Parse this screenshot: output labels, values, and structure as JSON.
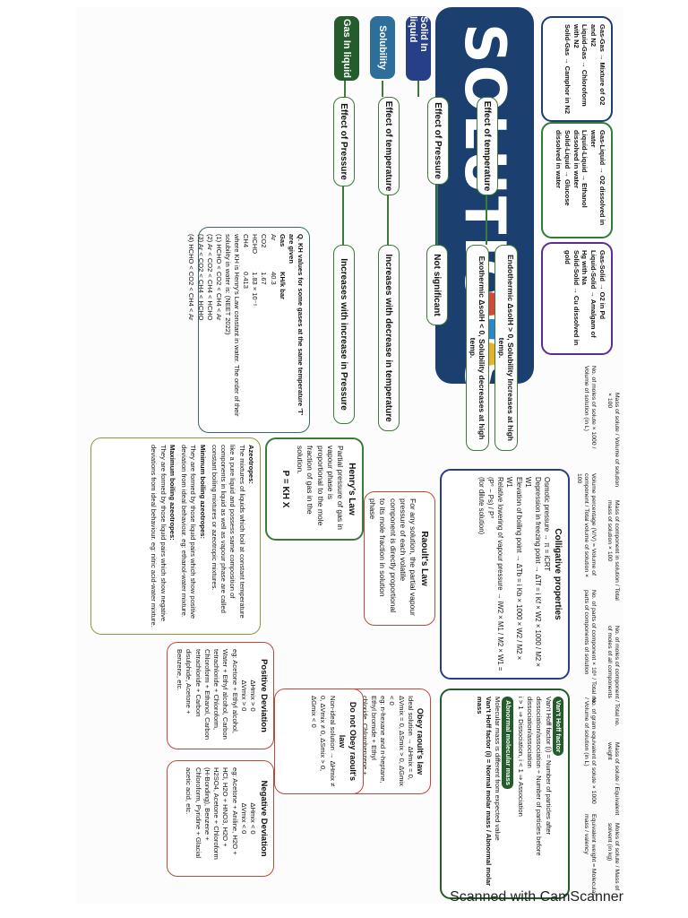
{
  "title": "SOLUTIONS",
  "footer": "Scanned with CamScanner",
  "types": [
    {
      "lines": [
        "Gas-Gas → Mixture of O2 and N2",
        "Liquid-Gas → Chloroform with N2",
        "Solid-Gas → Camphor in N2"
      ],
      "color": "#1b3f6e"
    },
    {
      "lines": [
        "Gas-Liquid → O2 dissolved in water",
        "Liquid-Liquid → Ethanol dissolved in water",
        "Solid-Liquid → Glucose dissolved in water"
      ],
      "color": "#2e7d32"
    },
    {
      "lines": [
        "Gas-Solid → O2 in Pd",
        "Liquid-Solid → Amalgam of Hg with Na",
        "Solid-Solid → Cu dissolved in gold"
      ],
      "color": "#5b2d8e"
    }
  ],
  "pills": {
    "solid_in_liquid": "Solid In liquid",
    "solubility": "Solubility",
    "gas_in_liquid": "Gas In liquid"
  },
  "nodes": {
    "effect_temperature_solid": "Effect of temperature",
    "effect_pressure_solid": "Effect of Pressure",
    "effect_temperature_gas": "Effect of temperature",
    "effect_pressure_gas": "Effect of Pressure",
    "endothermic": "Endothermic ΔsolH > 0, Solubility Increases at high temp.",
    "exothermic": "Exothermic ΔsolH < 0, Solubility decreases at high temp.",
    "not_significant": "Not significant",
    "decrease_temperature": "Increases with decrease in temperature",
    "increase_pressure": "Increases with increase in Pressure"
  },
  "kh_table": {
    "intro": "Q. KH values for some gases at the same temperature 'T' are given",
    "header": [
      "Gas",
      "KH/k bar"
    ],
    "rows": [
      [
        "Ar",
        "40.3"
      ],
      [
        "CO2",
        "1.67"
      ],
      [
        "HCHO",
        "1.83 × 10⁻⁵"
      ],
      [
        "CH4",
        "0.413"
      ]
    ],
    "note": "where KH is Henry's Law constant in water. The order of their solubility in water is: (NEET 2022)",
    "options": [
      "(1) HCHO < CO2 < CH4 < Ar",
      "(2) Ar < CO2 < CH4 < HCHO",
      "(3) Ar < CO2 < CH4 < HCHO",
      "(4) HCHO < CO2 < CH4 < Ar"
    ]
  },
  "henry": {
    "title": "Henry's Law",
    "text": "Partial pressure of gas in vapour phase is proportional to the mole fraction of gas in the solution.",
    "formula": "P = KH X"
  },
  "azeotropes": {
    "title": "Azeotropes:",
    "text": "The mixtures of liquids which boil at constant temperature like a pure liquid and possess same composition of components in liquid as well as vapour phase are called constant boiling mixtures or azeotropic mixtures.",
    "min_title": "Minimum boiling azeotropes:",
    "min_text": "They are formed by those liquid pairs which show positive deviation from ideal behaviour. eg: ethanol-water mixture.",
    "max_title": "Maximum boiling azeotropes:",
    "max_text": "They are formed by those liquid pairs which show negative deviations from ideal behaviour. eg: nitric acid-water mixture."
  },
  "raoult": {
    "title": "Raoult's Law",
    "text": "For any solution, the partial vapour pressure of each volatile component is directly proportional to its mole fraction in solution phase"
  },
  "positive": {
    "title": "Positive Deviation",
    "lines": [
      "ΔHmix > 0",
      "ΔVmix > 0"
    ],
    "examples": "eg: Acetone + Ethyl alcohol, Water + Ethyl alcohol, Carbon tetrachloride + Chloroform, Chloroform + Ethanol, Carbon tetrachloride + Carbon disulphide, Acetone + Benzene, etc."
  },
  "negative": {
    "title": "Negative Deviation",
    "lines": [
      "ΔHmix < 0",
      "ΔVmix < 0"
    ],
    "examples": "eg: Acetone + Aniline, H2O + HCl, H2O + HNO3, H2O + H2SO4, Acetone + Chloroform (H-Bonding), Benzene + Chloroform, Pyridine + Glacial acetic acid, etc."
  },
  "obey": {
    "title": "Obey raoult's law",
    "text": "Ideal solution → ΔHmix = 0, ΔVmix = 0, ΔSmix > 0, ΔGmix < 0",
    "examples": "eg: n-hexane and n-heptane, Ethyl bromide + Ethyl chloride, Chlorobenzene + Bromobenzene, etc."
  },
  "not_obey": {
    "title": "Do not Obey raoult's law",
    "text": "Non-ideal solution → ΔHmix ≠ 0, ΔVmix ≠ 0, ΔSmix > 0, ΔGmix < 0"
  },
  "colligative": {
    "title": "Colligative properties",
    "lines": [
      "Osmotic pressure → π = iCRT",
      "Depression in freezing point → ΔTf = i Kf × W2 × 1000 / M2 × W1",
      "Elevation of boiling point → ΔTb = i Kb × 1000 × W2 / M2 × W1",
      "Relative lowering of vapour pressure → iW2 × M1 / M2 × W1 = (P° − Ps) / P°",
      "(for dilute solution)"
    ]
  },
  "vant_hoff": {
    "tag": "Van't Hoff factor",
    "formula": "Van't Hoff factor (i) = Number of particles after dissociation/association ÷ Number of particles before dissociation/association",
    "dissociation": "i > 1 ⇒ Dissociation, i < 1 ⇒ Association",
    "abnormal_tag": "Abnormal molecular mass",
    "abnormal_text": "Molecular mass is different from expected value",
    "ratio": "Van't Hoff factor (i) = Normal molar mass / Abnormal molar mass"
  },
  "concentration": [
    "Mass of solute / Volume of solution × 100",
    "Volume percentage (V/V) = Volume of component / Total volume of solution × 100",
    "Mass of component in solution / Total mass of solution × 100",
    "No. of parts of component × 10⁶ / Total no. parts of components of solution",
    "No. of moles of component / Total no. of moles of all components",
    "No. of gram equivalent of solute × 1000 / Volume of solution (in L)",
    "Mass of solute / Equivalent weight",
    "Equivalent weight = Molecular mass / valency",
    "Moles of solute / Mass of solvent (in kg)",
    "No. of moles of solute × 1000 / Volume of solution (in L)"
  ]
}
